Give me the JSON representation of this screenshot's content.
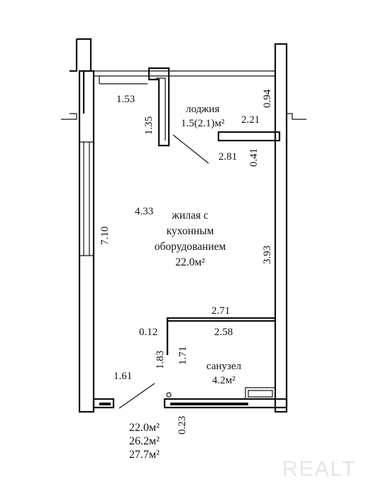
{
  "rooms": {
    "loggia": {
      "name": "лоджия",
      "area": "1.5(2.1)м²"
    },
    "living": {
      "line1": "жилая с",
      "line2": "кухонным",
      "line3": "оборудованием",
      "area": "22.0м²"
    },
    "bathroom": {
      "name": "санузел",
      "area": "4.2м²"
    }
  },
  "dimensions": {
    "d153": "1.53",
    "d135": "1.35",
    "d094": "0.94",
    "d221": "2.21",
    "d281": "2.81",
    "d041": "0.41",
    "d433": "4.33",
    "d710": "7.10",
    "d393": "3.93",
    "d271": "2.71",
    "d012": "0.12",
    "d258": "2.58",
    "d183": "1.83",
    "d171": "1.71",
    "d161": "1.61",
    "d023": "0.23"
  },
  "totals": {
    "living": "22.0м²",
    "total": "26.2м²",
    "total_with_loggia": "27.7м²"
  },
  "watermark": "REALT"
}
